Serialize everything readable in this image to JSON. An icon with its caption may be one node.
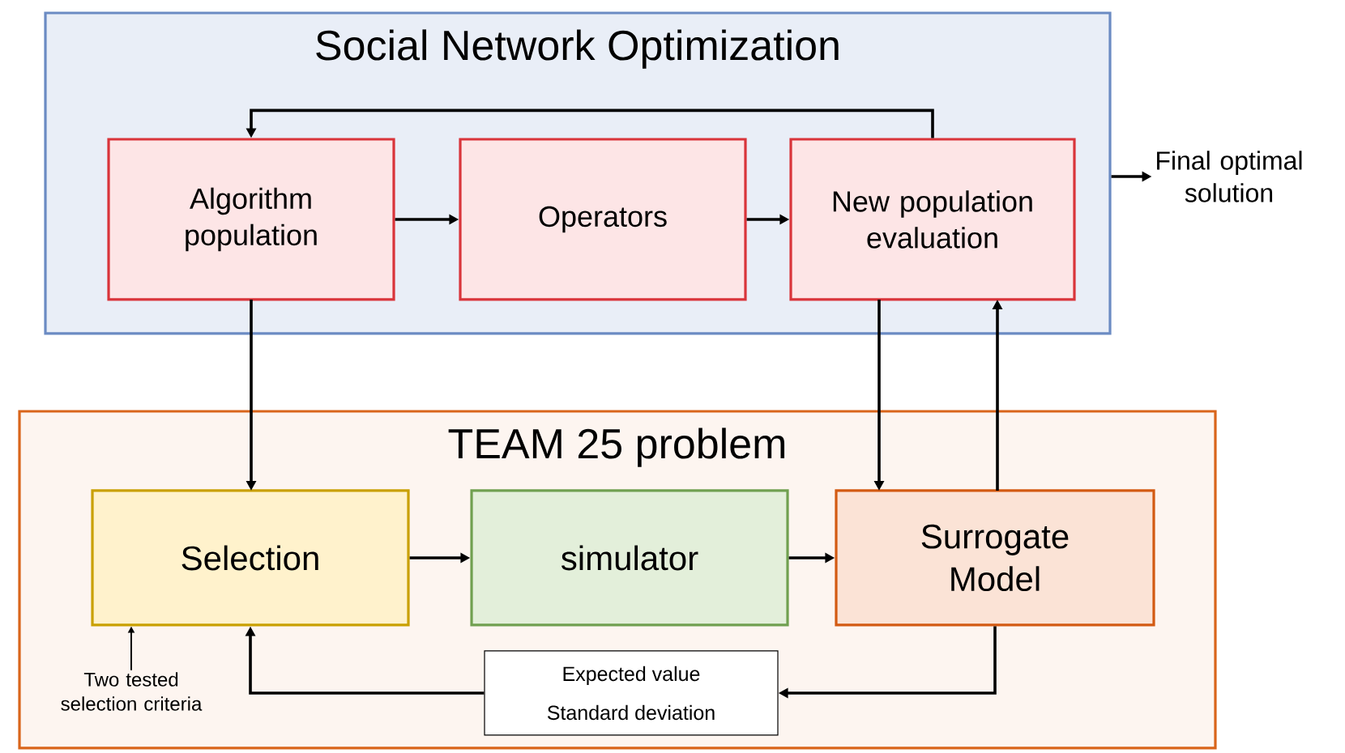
{
  "diagram": {
    "nodes": [
      {
        "text": [
          "Social Network Optimization"
        ]
      },
      {
        "text": [
          "Algorithm population"
        ],
        "in": 0
      },
      {
        "text": [
          "Operators"
        ],
        "in": 0
      },
      {
        "text": [
          "New population evaluation"
        ],
        "in": 0
      },
      {
        "text": [
          "Final optimal solution"
        ]
      },
      {
        "text": [
          "TEAM 25 problem"
        ]
      },
      {
        "text": [
          "Selection"
        ],
        "in": 5
      },
      {
        "text": [
          "simulator"
        ],
        "in": 5
      },
      {
        "text": [
          "Surrogate Model"
        ],
        "in": 5
      },
      {
        "text": [
          "Expected value",
          "Standard deviation"
        ],
        "in": 5
      },
      {
        "text": [
          "Two tested selection criteria"
        ],
        "in": 5
      }
    ],
    "edges": [
      {
        "from": 1,
        "to": 2,
        "arrow": "to"
      },
      {
        "from": 2,
        "to": 3,
        "arrow": "to"
      },
      {
        "from": 3,
        "to": 1,
        "arrow": "to"
      },
      {
        "from": 0,
        "to": 4,
        "arrow": "to"
      },
      {
        "from": 1,
        "to": 6,
        "arrow": "to"
      },
      {
        "from": 3,
        "to": 8,
        "arrow": "to"
      },
      {
        "from": 8,
        "to": 3,
        "arrow": "to"
      },
      {
        "from": 6,
        "to": 7,
        "arrow": "to"
      },
      {
        "from": 7,
        "to": 8,
        "arrow": "to"
      },
      {
        "from": 8,
        "to": 9,
        "arrow": "to"
      },
      {
        "from": 9,
        "to": 6,
        "arrow": "to"
      },
      {
        "from": 10,
        "to": 6,
        "arrow": "to"
      }
    ]
  }
}
